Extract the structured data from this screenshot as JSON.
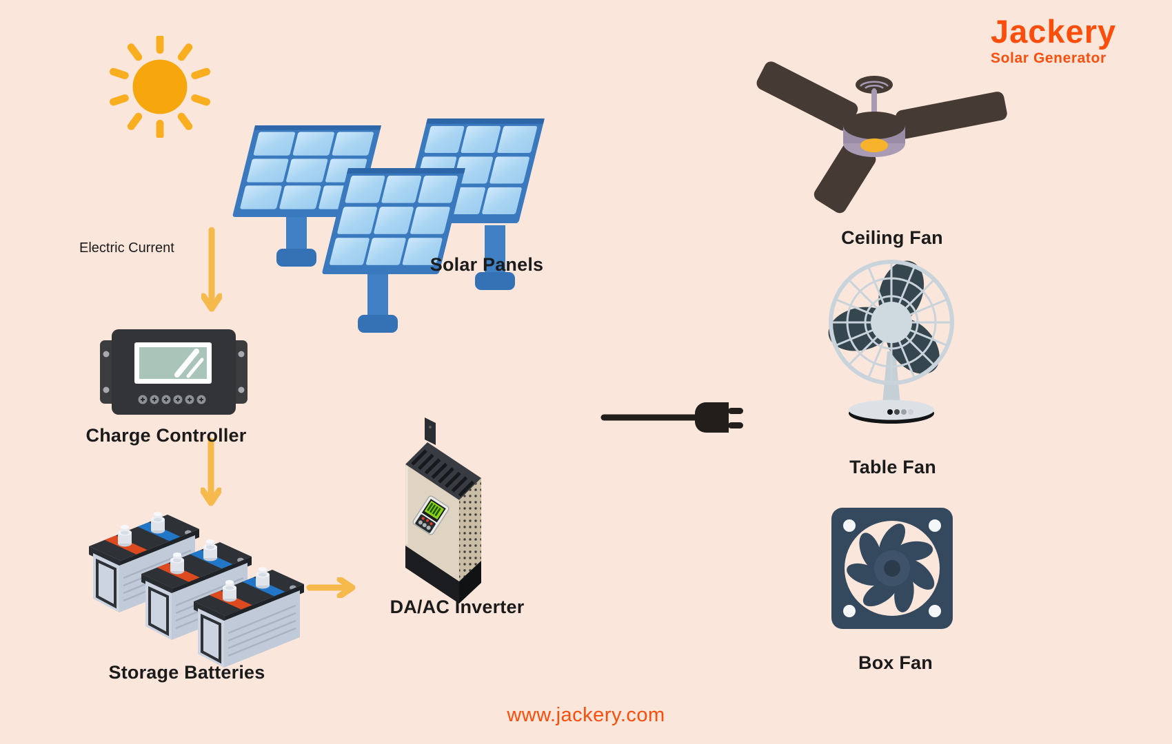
{
  "page": {
    "background_color": "#FAE6DB",
    "website_url": "www.jackery.com",
    "accent_color": "#FB4E0C"
  },
  "brand": {
    "name": "Jackery",
    "tagline": "Solar Generator"
  },
  "labels": {
    "electric_current": "Electric Current",
    "solar_panels": "Solar Panels",
    "charge_controller": "Charge Controller",
    "storage_batteries": "Storage Batteries",
    "inverter": "DA/AC Inverter",
    "ceiling_fan": "Ceiling Fan",
    "table_fan": "Table Fan",
    "box_fan": "Box Fan"
  },
  "illustrations": [
    "sun-icon",
    "solar-panels-icon",
    "electric-current-arrow",
    "charge-controller-icon",
    "storage-batteries-icon",
    "inverter-icon",
    "power-plug-icon",
    "ceiling-fan-icon",
    "table-fan-icon",
    "box-fan-icon"
  ],
  "colors": {
    "arrow": "#F6BA4C",
    "sun": "#F6A70E",
    "panel_frame": "#3A79BE",
    "panel_cell": "#A8D4F2",
    "device_dark": "#333538",
    "ceiling_fan_blade": "#463A34",
    "table_fan_blade": "#36464F",
    "box_fan_body": "#34495E",
    "text": "#1B1B1B"
  }
}
